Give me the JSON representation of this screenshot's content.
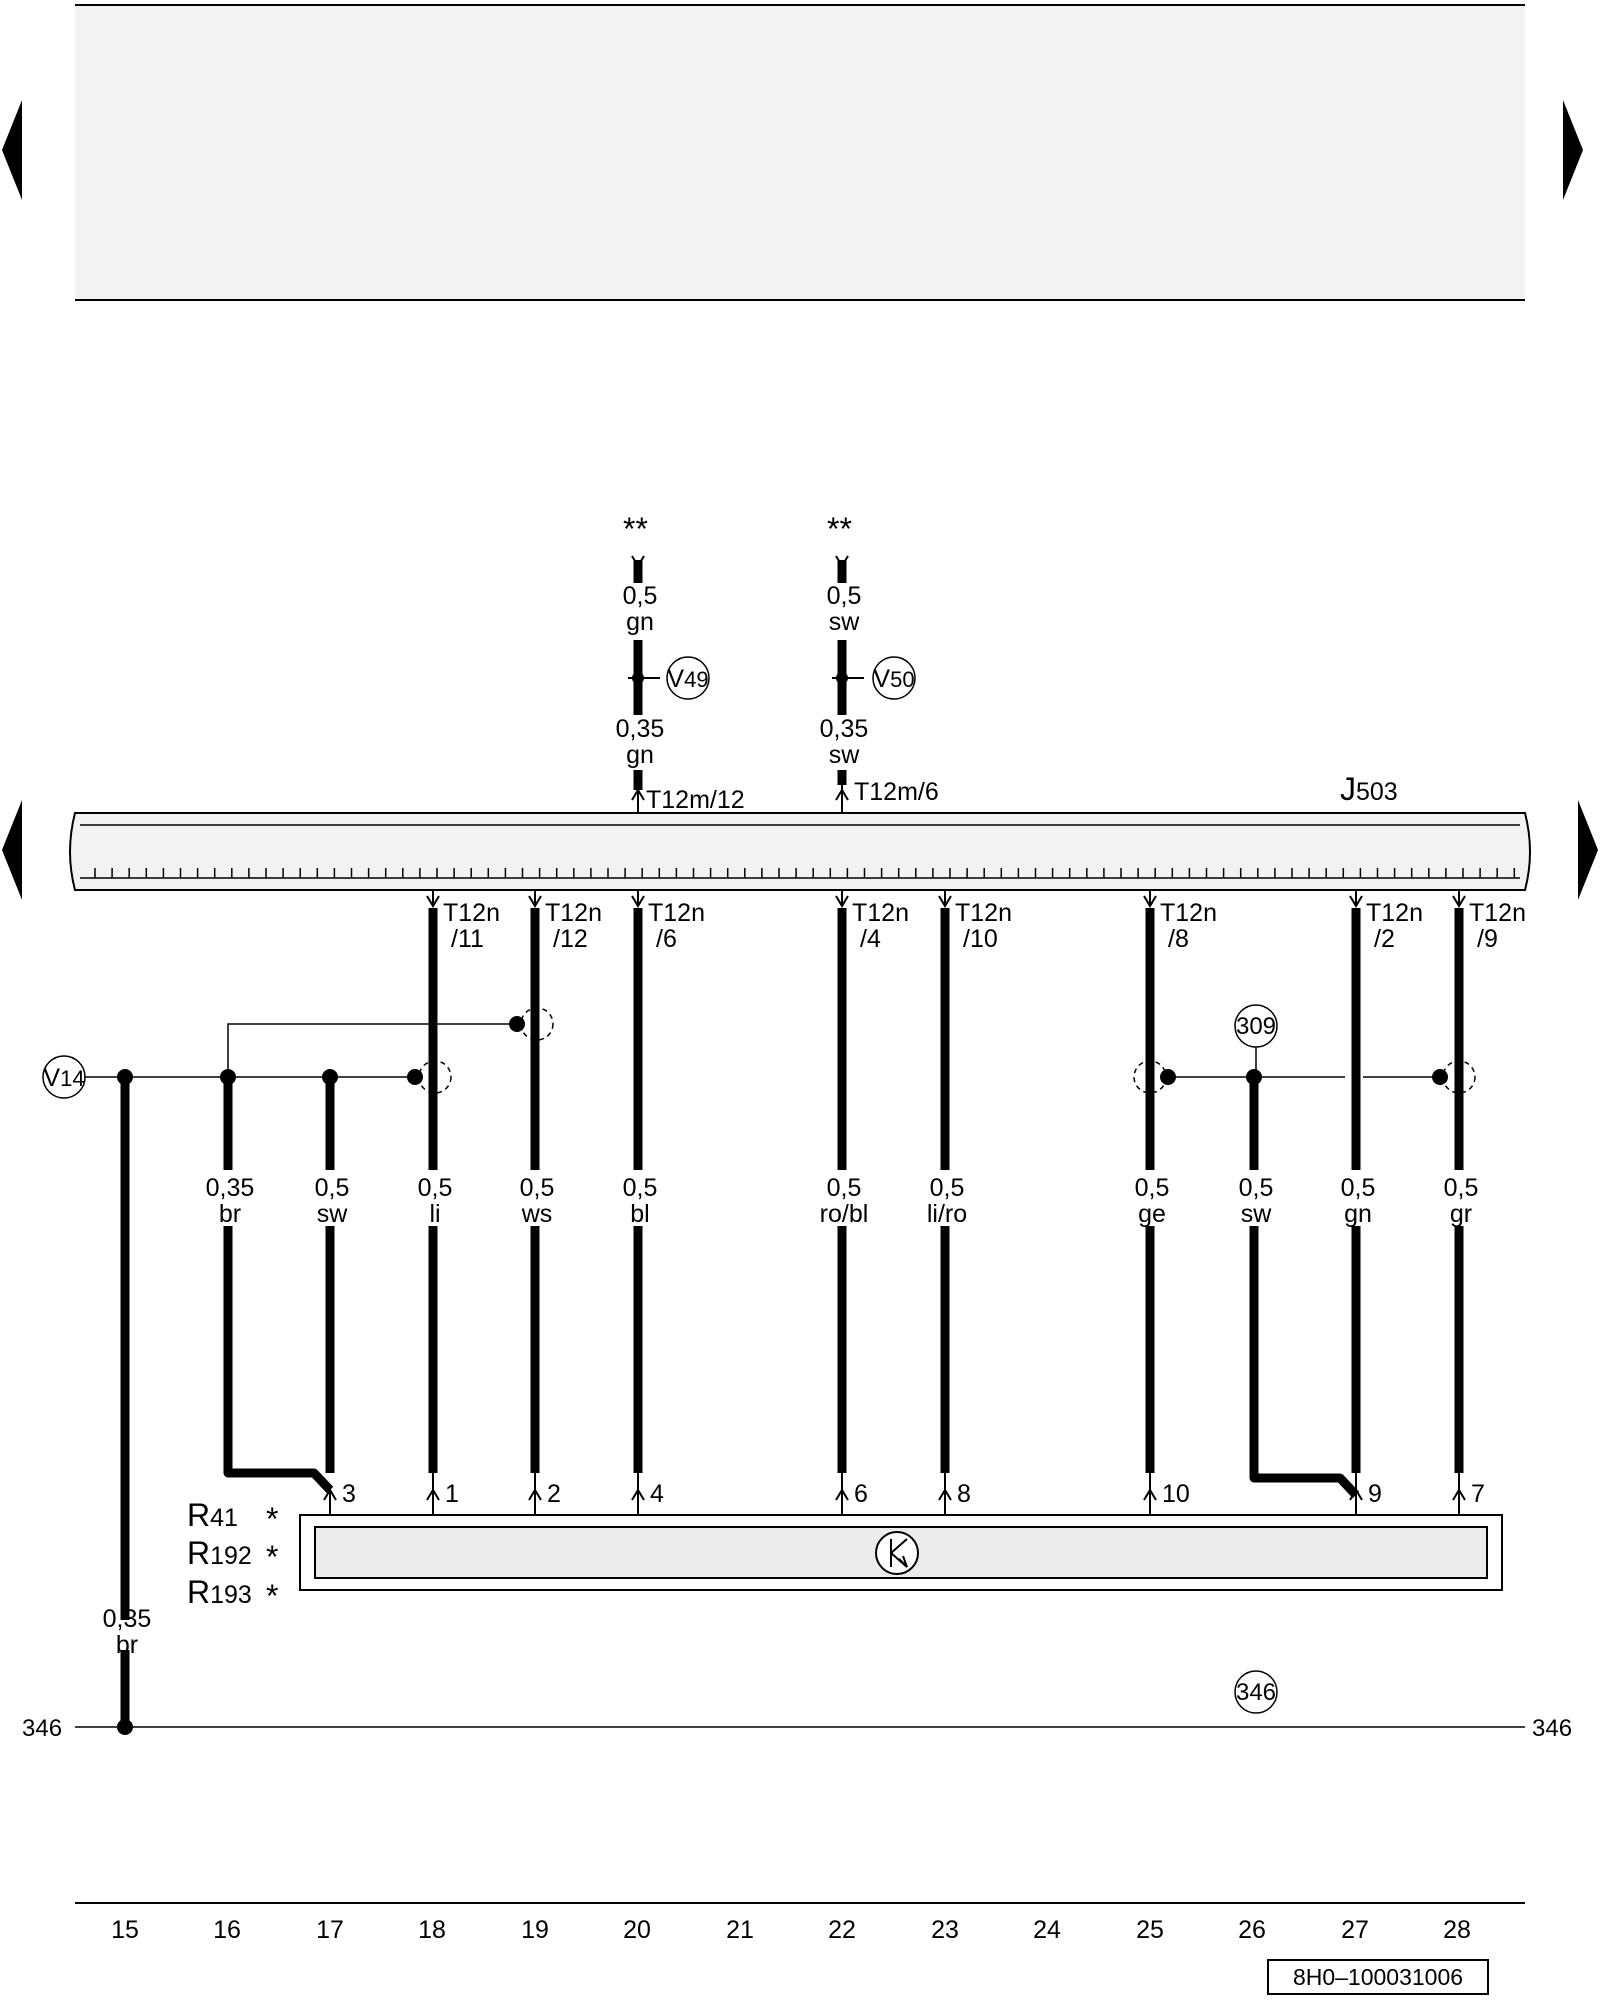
{
  "nav": {
    "prev_icon": "triangle-left-icon",
    "next_icon": "triangle-right-icon"
  },
  "components": {
    "j503": {
      "letter": "J",
      "num": "503"
    },
    "r41": {
      "letter": "R",
      "num": "41",
      "mark": "*"
    },
    "r192": {
      "letter": "R",
      "num": "192",
      "mark": "*"
    },
    "r193": {
      "letter": "R",
      "num": "193",
      "mark": "*"
    }
  },
  "markers": {
    "v49": {
      "letter": "V",
      "num": "49"
    },
    "v50": {
      "letter": "V",
      "num": "50"
    },
    "v14": {
      "letter": "V",
      "num": "14"
    },
    "c309": "309",
    "c346": "346"
  },
  "top_wires": [
    {
      "stars": "**",
      "size_top": "0,5",
      "color_top": "gn",
      "size_bottom": "0,35",
      "color_bottom": "gn",
      "connector": "T12m/12"
    },
    {
      "stars": "**",
      "size_top": "0,5",
      "color_top": "sw",
      "size_bottom": "0,35",
      "color_bottom": "sw",
      "connector": "T12m/6"
    }
  ],
  "bottom_connectors": [
    {
      "a": "T12n",
      "b": "/11"
    },
    {
      "a": "T12n",
      "b": "/12"
    },
    {
      "a": "T12n",
      "b": "/6"
    },
    {
      "a": "T12n",
      "b": "/4"
    },
    {
      "a": "T12n",
      "b": "/10"
    },
    {
      "a": "T12n",
      "b": "/8"
    },
    {
      "a": "T12n",
      "b": "/2"
    },
    {
      "a": "T12n",
      "b": "/9"
    }
  ],
  "wire_labels": [
    {
      "size": "0,35",
      "color": "br"
    },
    {
      "size": "0,5",
      "color": "sw"
    },
    {
      "size": "0,5",
      "color": "li"
    },
    {
      "size": "0,5",
      "color": "ws"
    },
    {
      "size": "0,5",
      "color": "bl"
    },
    {
      "size": "0,5",
      "color": "ro/bl"
    },
    {
      "size": "0,5",
      "color": "li/ro"
    },
    {
      "size": "0,5",
      "color": "ge"
    },
    {
      "size": "0,5",
      "color": "sw"
    },
    {
      "size": "0,5",
      "color": "gn"
    },
    {
      "size": "0,5",
      "color": "gr"
    }
  ],
  "ground_wire": {
    "size": "0,35",
    "color": "br"
  },
  "pins": [
    "3",
    "1",
    "2",
    "4",
    "6",
    "8",
    "10",
    "9",
    "7"
  ],
  "bus": {
    "left_ref": "346",
    "right_ref": "346"
  },
  "columns": [
    "15",
    "16",
    "17",
    "18",
    "19",
    "20",
    "21",
    "22",
    "23",
    "24",
    "25",
    "26",
    "27",
    "28"
  ],
  "doc_code": "8H0–100031006"
}
